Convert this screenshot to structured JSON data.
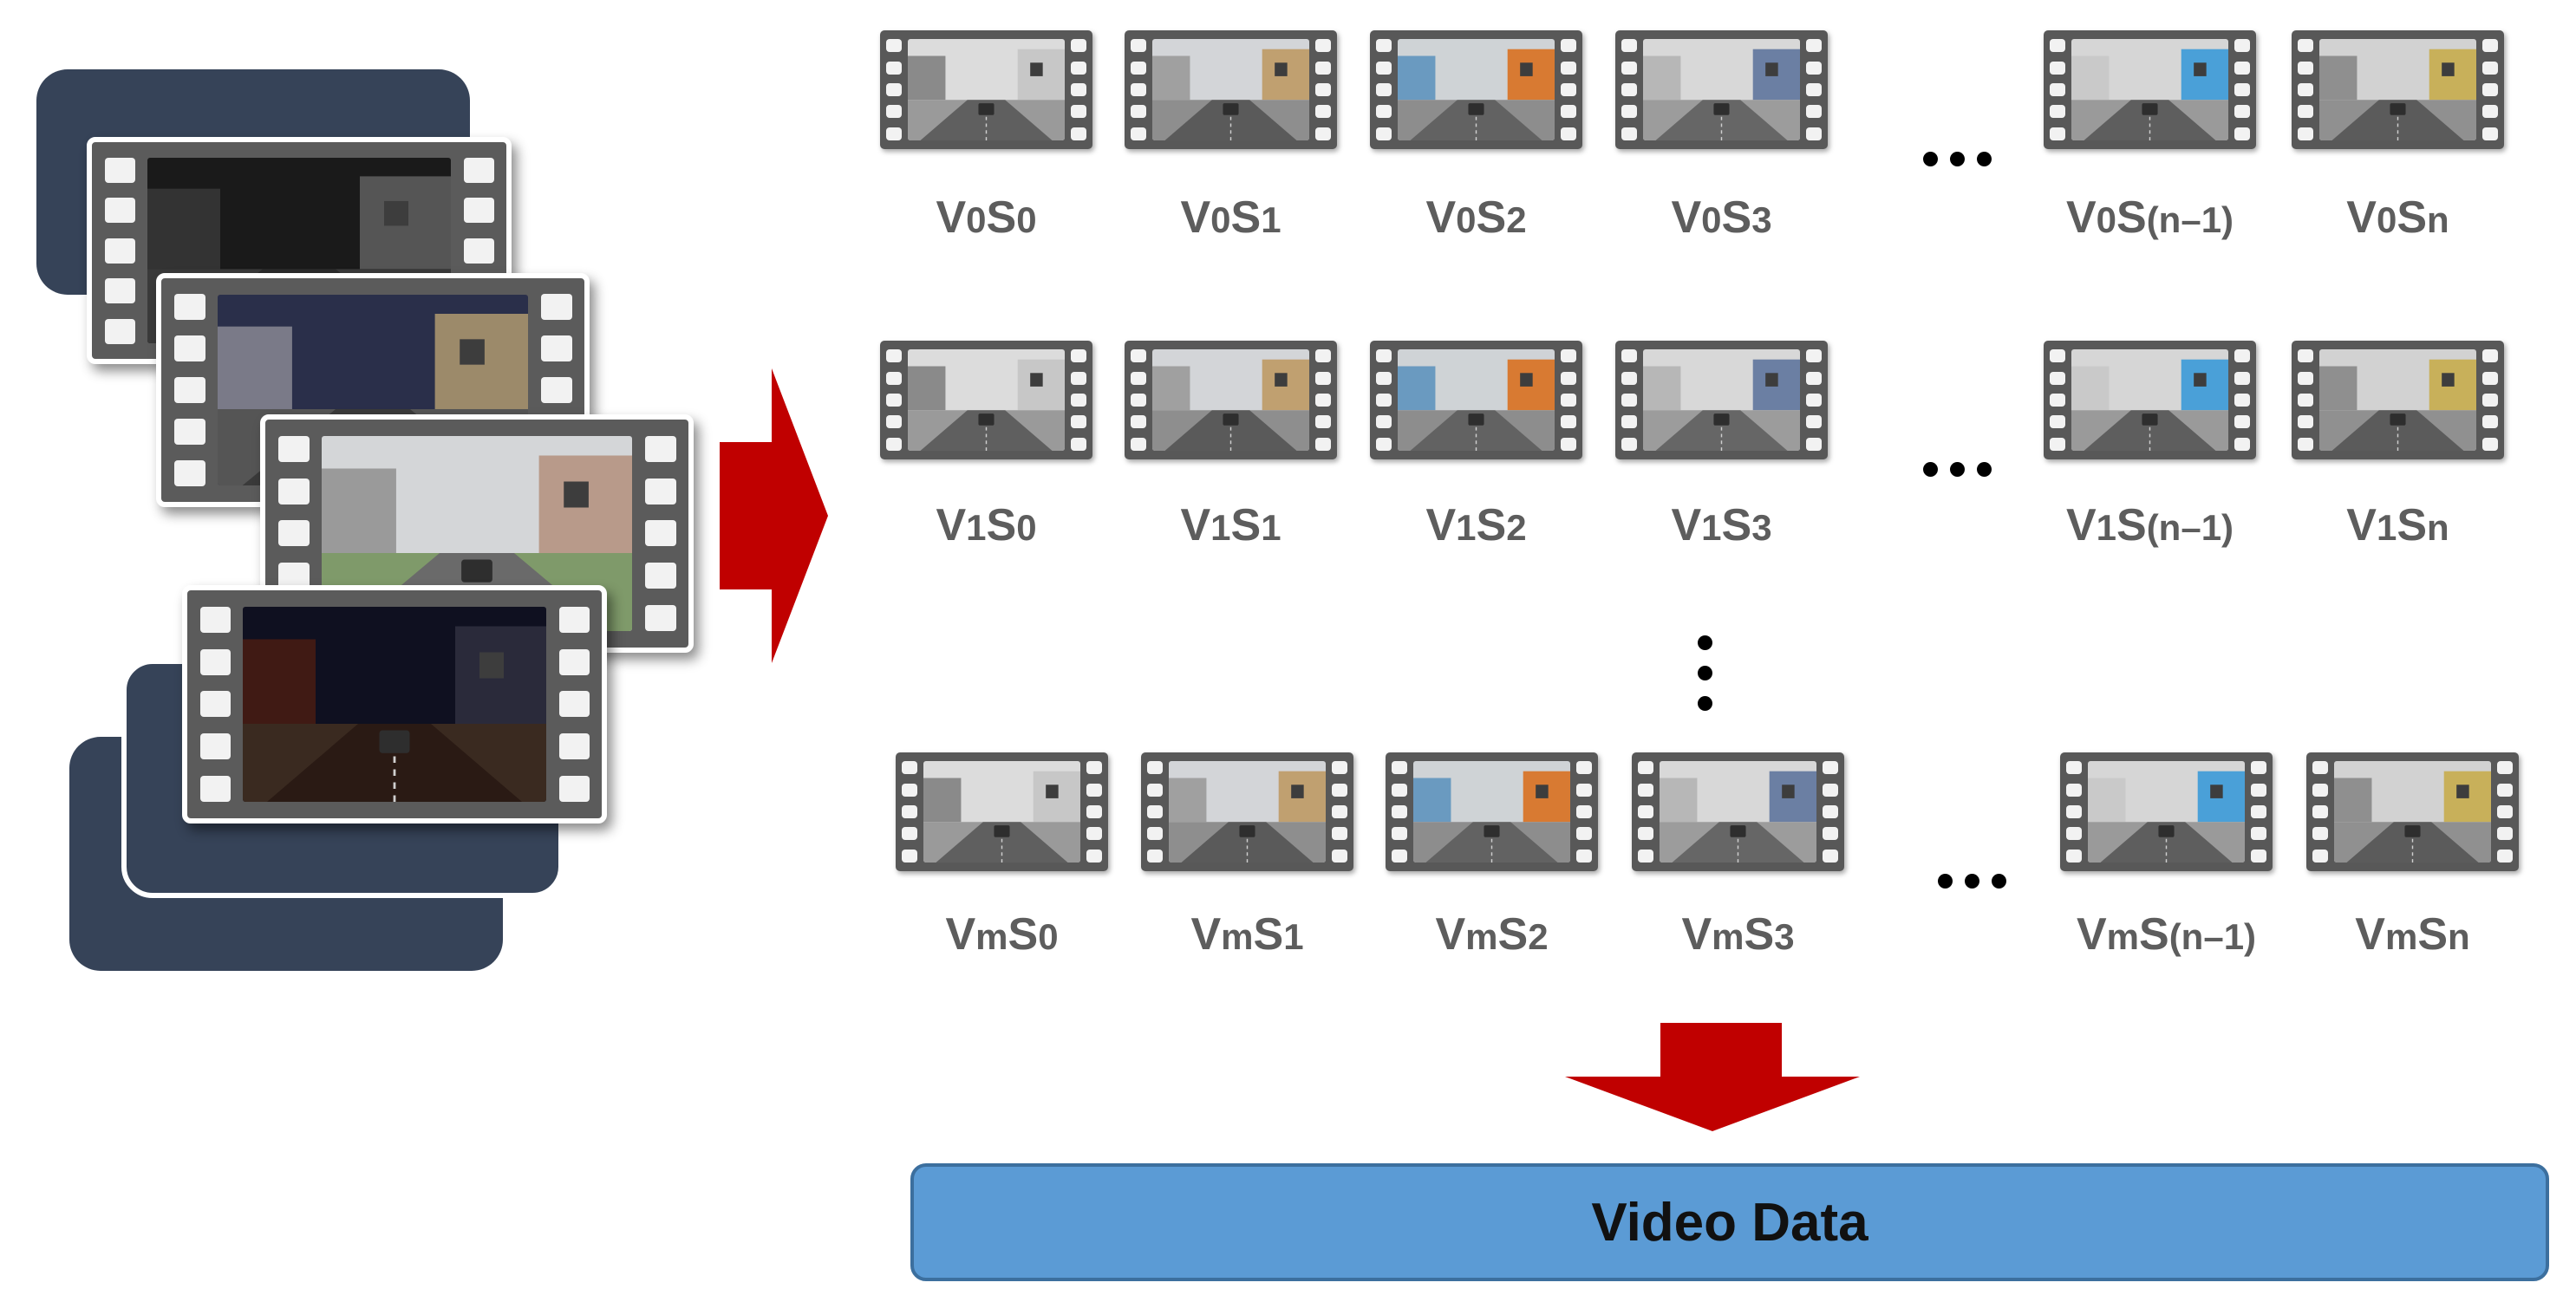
{
  "rows": [
    {
      "cells": [
        {
          "v": "V",
          "vs": "0",
          "s": "S",
          "ss": "0"
        },
        {
          "v": "V",
          "vs": "0",
          "s": "S",
          "ss": "1"
        },
        {
          "v": "V",
          "vs": "0",
          "s": "S",
          "ss": "2"
        },
        {
          "v": "V",
          "vs": "0",
          "s": "S",
          "ss": "3"
        },
        {
          "v": "V",
          "vs": "0",
          "s": "S",
          "ss": "(n–1)"
        },
        {
          "v": "V",
          "vs": "0",
          "s": "S",
          "ss": "n"
        }
      ]
    },
    {
      "cells": [
        {
          "v": "V",
          "vs": "1",
          "s": "S",
          "ss": "0"
        },
        {
          "v": "V",
          "vs": "1",
          "s": "S",
          "ss": "1"
        },
        {
          "v": "V",
          "vs": "1",
          "s": "S",
          "ss": "2"
        },
        {
          "v": "V",
          "vs": "1",
          "s": "S",
          "ss": "3"
        },
        {
          "v": "V",
          "vs": "1",
          "s": "S",
          "ss": "(n–1)"
        },
        {
          "v": "V",
          "vs": "1",
          "s": "S",
          "ss": "n"
        }
      ]
    },
    {
      "cells": [
        {
          "v": "V",
          "vs": "m",
          "s": "S",
          "ss": "0"
        },
        {
          "v": "V",
          "vs": "m",
          "s": "S",
          "ss": "1"
        },
        {
          "v": "V",
          "vs": "m",
          "s": "S",
          "ss": "2"
        },
        {
          "v": "V",
          "vs": "m",
          "s": "S",
          "ss": "3"
        },
        {
          "v": "V",
          "vs": "m",
          "s": "S",
          "ss": "(n–1)"
        },
        {
          "v": "V",
          "vs": "m",
          "s": "S",
          "ss": "n"
        }
      ]
    }
  ],
  "output_label": "Video Data",
  "colors": {
    "deck": "#364358",
    "arrow": "#c00000",
    "output_box": "#5b9bd5",
    "label_text": "#5d5d5d",
    "film_frame": "#585858"
  },
  "icons": [
    "film-strip-icon",
    "ellipsis-icon",
    "right-arrow-icon",
    "down-arrow-icon"
  ]
}
